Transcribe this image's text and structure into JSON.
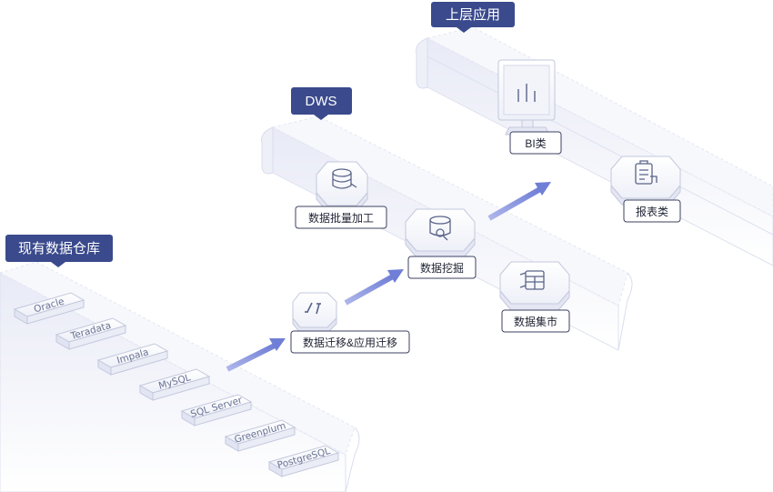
{
  "groups": {
    "legacy": {
      "title": "现有数据仓库",
      "databases": [
        "Oracle",
        "Teradata",
        "Impala",
        "MySQL",
        "SQL Server",
        "Greenplum",
        "PostgreSQL"
      ]
    },
    "migration": {
      "label": "数据迁移&应用迁移"
    },
    "dws": {
      "title": "DWS",
      "items": [
        "数据批量加工",
        "数据挖掘",
        "数据集市"
      ]
    },
    "upper": {
      "title": "上层应用",
      "items": [
        "BI类",
        "报表类"
      ]
    }
  },
  "colors": {
    "tag": "#3a4a8c",
    "arrow": "#7b88d8",
    "platform_top": "#eceef8",
    "platform_edge": "#d7dbef",
    "stroke": "#c3c8dc"
  }
}
